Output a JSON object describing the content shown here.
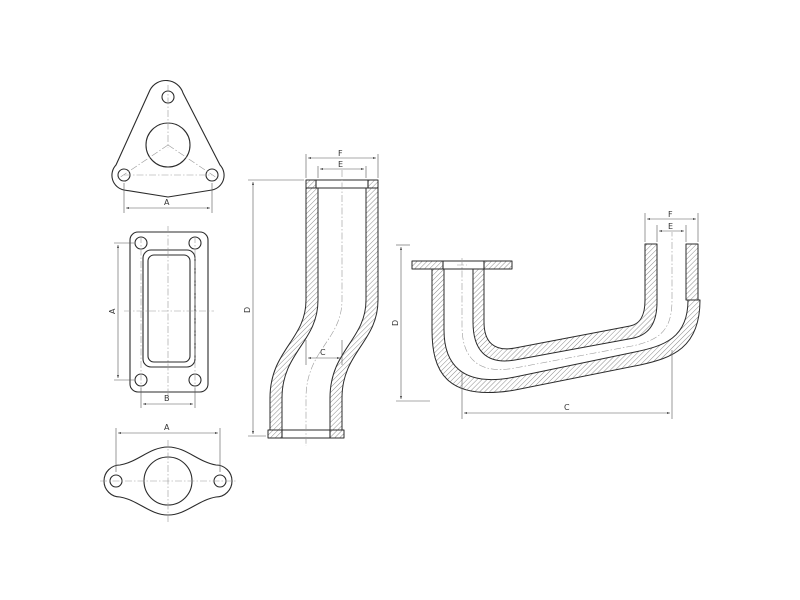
{
  "views": {
    "triangular_flange": {
      "dim_a": "A"
    },
    "rectangular_flange": {
      "dim_a": "A",
      "dim_b": "B"
    },
    "oval_flange": {
      "dim_a": "A"
    },
    "offset_pipe": {
      "dim_f": "F",
      "dim_e": "E",
      "dim_d": "D",
      "dim_c": "C"
    },
    "u_pipe": {
      "dim_f": "F",
      "dim_e": "E",
      "dim_d": "D",
      "dim_c": "C"
    }
  },
  "colors": {
    "line": "#2b2b2b",
    "center_line": "#9a9a9a",
    "hatch": "#5a5a5a",
    "dimension": "#555555"
  }
}
